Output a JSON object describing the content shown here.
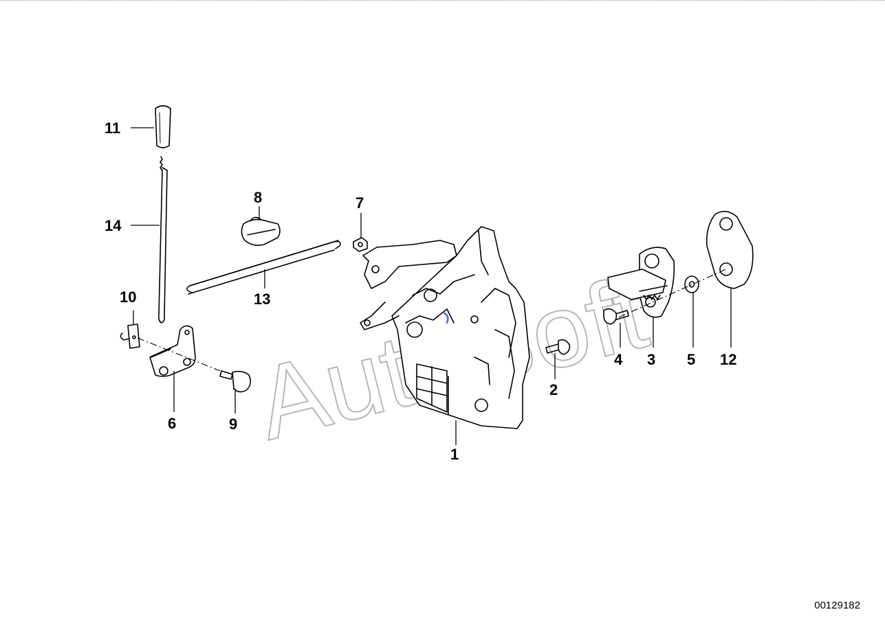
{
  "diagram": {
    "watermark": "AutoSoft",
    "document_number": "00129182",
    "callouts": [
      {
        "id": "c1",
        "label": "1"
      },
      {
        "id": "c2",
        "label": "2"
      },
      {
        "id": "c3",
        "label": "3"
      },
      {
        "id": "c4",
        "label": "4"
      },
      {
        "id": "c5",
        "label": "5"
      },
      {
        "id": "c6",
        "label": "6"
      },
      {
        "id": "c7",
        "label": "7"
      },
      {
        "id": "c8",
        "label": "8"
      },
      {
        "id": "c9",
        "label": "9"
      },
      {
        "id": "c10",
        "label": "10"
      },
      {
        "id": "c11",
        "label": "11"
      },
      {
        "id": "c12",
        "label": "12"
      },
      {
        "id": "c13",
        "label": "13"
      },
      {
        "id": "c14",
        "label": "14"
      }
    ]
  }
}
